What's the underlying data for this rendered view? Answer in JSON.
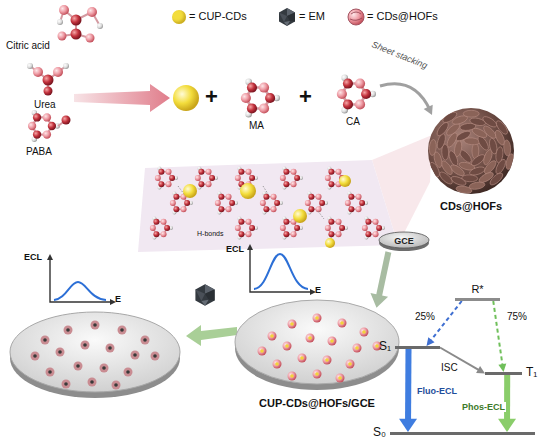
{
  "diagram": {
    "nodes": [
      {
        "text": [
          "CDs@HOFs"
        ]
      },
      {
        "text": [
          "GCE"
        ]
      },
      {
        "text": [
          "CUP-CDs@HOFs/GCE"
        ]
      },
      {
        "text": [
          "R*"
        ]
      },
      {
        "text": [
          "S₁"
        ]
      },
      {
        "text": [
          "T₁"
        ]
      },
      {
        "text": [
          "S₀"
        ]
      }
    ],
    "edges": [
      {
        "from": 1,
        "to": 2,
        "arrow": "to"
      },
      {
        "from": 3,
        "to": 4,
        "label": "25%",
        "arrow": "to"
      },
      {
        "from": 3,
        "to": 5,
        "label": "75%",
        "arrow": "to"
      },
      {
        "from": 4,
        "to": 5,
        "label": "ISC",
        "arrow": "to"
      },
      {
        "from": 4,
        "to": 6,
        "label": "Fluo-ECL",
        "arrow": "to"
      },
      {
        "from": 5,
        "to": 6,
        "label": "Phos-ECL",
        "arrow": "to"
      }
    ],
    "labels": [
      "Citric acid",
      "Urea",
      "PABA",
      "+",
      "MA",
      "+",
      "CA",
      "Sheet stacking",
      "H-bonds",
      "ECL",
      "E",
      "ECL",
      "E"
    ],
    "legend": [
      {
        "text": "= CUP-CDs",
        "color": "#f3dd3c"
      },
      {
        "text": "= EM"
      },
      {
        "text": "= CDs@HOFs"
      }
    ]
  }
}
